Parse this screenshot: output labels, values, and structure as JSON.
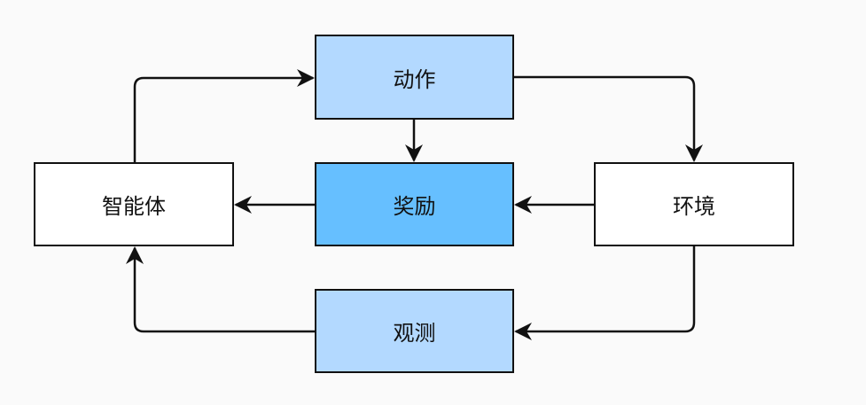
{
  "nodes": {
    "action": {
      "label": "动作",
      "fill": "#b3d9ff"
    },
    "reward": {
      "label": "奖励",
      "fill": "#66bfff"
    },
    "agent": {
      "label": "智能体",
      "fill": "#ffffff"
    },
    "environment": {
      "label": "环境",
      "fill": "#ffffff"
    },
    "observation": {
      "label": "观测",
      "fill": "#b3d9ff"
    }
  },
  "edges": [
    {
      "from": "agent",
      "to": "action"
    },
    {
      "from": "action",
      "to": "environment"
    },
    {
      "from": "action",
      "to": "reward"
    },
    {
      "from": "environment",
      "to": "reward"
    },
    {
      "from": "reward",
      "to": "agent"
    },
    {
      "from": "environment",
      "to": "observation"
    },
    {
      "from": "observation",
      "to": "agent"
    }
  ],
  "colors": {
    "stroke": "#111111",
    "background": "#fafafa"
  }
}
